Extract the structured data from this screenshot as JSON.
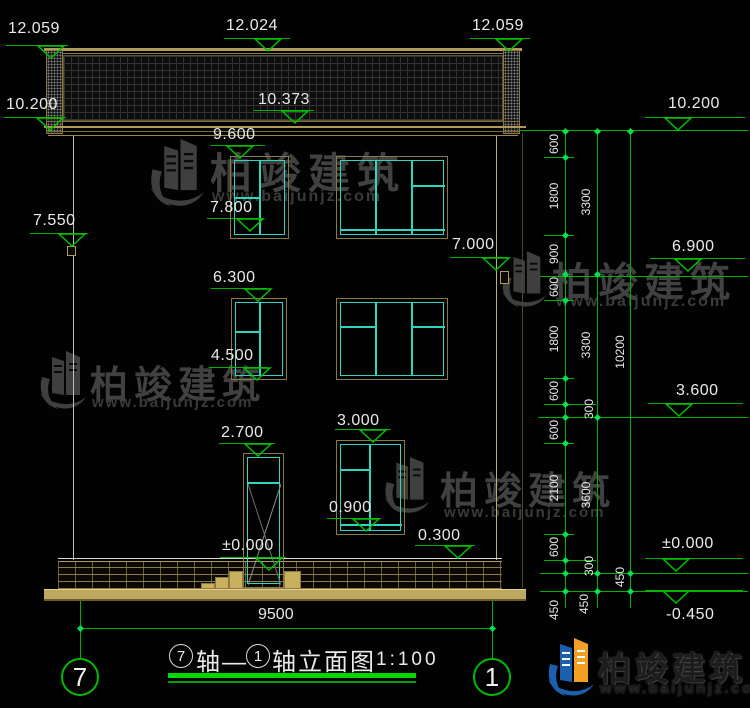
{
  "drawing": {
    "title": {
      "axis_left": "7",
      "axis_join": "轴—",
      "axis_right": "1",
      "name": "轴立面图",
      "scale": "1:100"
    },
    "axis_bubbles": {
      "left": "7",
      "right": "1"
    },
    "bottom_dim": "9500",
    "markers": [
      {
        "id": "roof-left",
        "label": "12.059"
      },
      {
        "id": "ridge-center",
        "label": "12.024"
      },
      {
        "id": "roof-right",
        "label": "12.059"
      },
      {
        "id": "eave-left",
        "label": "10.200"
      },
      {
        "id": "eave-top",
        "label": "10.373"
      },
      {
        "id": "win3-head",
        "label": "9.600"
      },
      {
        "id": "win3-sill",
        "label": "7.800"
      },
      {
        "id": "scupper-left",
        "label": "7.550"
      },
      {
        "id": "scupper-right",
        "label": "7.000"
      },
      {
        "id": "win2-head",
        "label": "6.300"
      },
      {
        "id": "win2-sill",
        "label": "4.500"
      },
      {
        "id": "win1-head",
        "label": "3.000"
      },
      {
        "id": "door-head",
        "label": "2.700"
      },
      {
        "id": "win1-sill",
        "label": "0.900"
      },
      {
        "id": "plinth-top",
        "label": "0.300"
      },
      {
        "id": "floor-zero-left",
        "label": "±0.000"
      },
      {
        "id": "eave-right",
        "label": "10.200"
      },
      {
        "id": "level-6900",
        "label": "6.900"
      },
      {
        "id": "level-3600",
        "label": "3.600"
      },
      {
        "id": "floor-zero-right",
        "label": "±0.000"
      },
      {
        "id": "ground-level",
        "label": "-0.450"
      }
    ],
    "right_dims": {
      "col1": [
        "600",
        "1800",
        "900",
        "600",
        "1800",
        "600",
        "300",
        "600",
        "2100",
        "600",
        "300",
        "450"
      ],
      "col2": [
        "3300",
        "3300",
        "3600",
        "450"
      ],
      "col3": [
        "10200",
        "450"
      ]
    },
    "watermark": {
      "brand": "柏竣建筑",
      "site": "www.baijunjz.com"
    },
    "logo": {
      "brand": "柏竣建筑",
      "site": "www.baijunjz.com"
    },
    "colors": {
      "line_green": "#00bb00",
      "window_cyan": "#2fd5be",
      "detail_tan": "#b09a5a",
      "text_white": "#e8e8e8"
    }
  }
}
